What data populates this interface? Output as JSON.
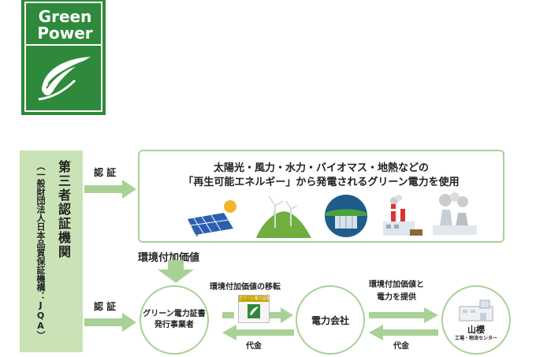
{
  "logo": {
    "line1": "Green",
    "line2": "Power"
  },
  "certifier": {
    "title": "第三者認証機関",
    "subtitle": "（一般財団法人日本品質保証機構：JQA）"
  },
  "top_box": {
    "line1": "太陽光・風力・水力・バイオマス・地熱などの",
    "line2": "「再生可能エネルギー」から発電されるグリーン電力を使用"
  },
  "labels": {
    "certify_top": "認 証",
    "certify_bottom": "認 証",
    "env_value": "環境付加価値",
    "transfer": "環境付加価値の移転",
    "provide_line1": "環境付加価値と",
    "provide_line2": "電力を提供",
    "payment_left": "代金",
    "payment_right": "代金"
  },
  "nodes": {
    "issuer_line1": "グリーン電力証書",
    "issuer_line2": "発行事業者",
    "power_company": "電力会社",
    "company_name": "山櫻",
    "company_sub": "工場・物流センター"
  },
  "certificate_badge": "グリーン電力証書",
  "colors": {
    "green_dark": "#2e8a3a",
    "green_light": "#c9e3b6",
    "green_border": "#a9d196"
  }
}
